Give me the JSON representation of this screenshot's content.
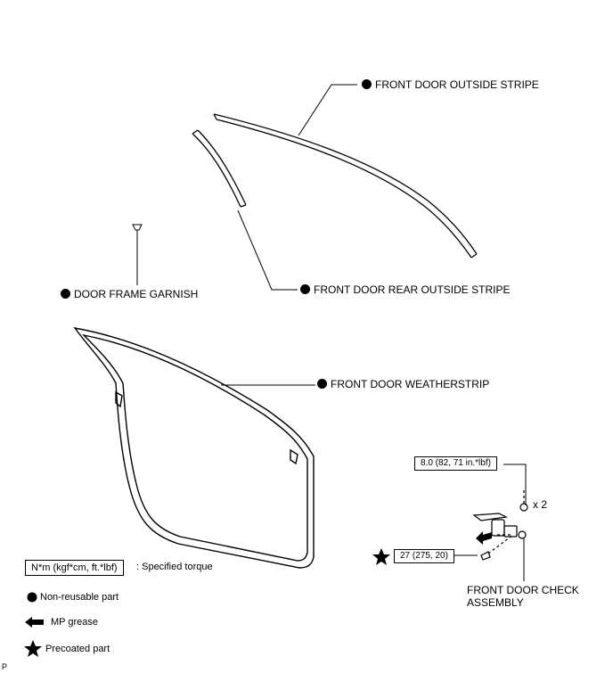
{
  "labels": {
    "outside_stripe": "FRONT DOOR OUTSIDE STRIPE",
    "rear_outside_stripe": "FRONT DOOR REAR OUTSIDE STRIPE",
    "door_frame_garnish": "DOOR FRAME GARNISH",
    "weatherstrip": "FRONT DOOR WEATHERSTRIP",
    "check_assembly_line1": "FRONT DOOR CHECK",
    "check_assembly_line2": "ASSEMBLY"
  },
  "torque": {
    "upper": "8.0 (82, 71 in.*lbf)",
    "lower": "27 (275, 20)",
    "count": "x 2"
  },
  "legend": {
    "torque_box": "N*m (kgf*cm, ft.*lbf)",
    "torque_desc": ": Specified torque",
    "non_reusable": "Non-reusable part",
    "mp_grease": "MP grease",
    "precoated": "Precoated part"
  },
  "corner_mark": "P"
}
